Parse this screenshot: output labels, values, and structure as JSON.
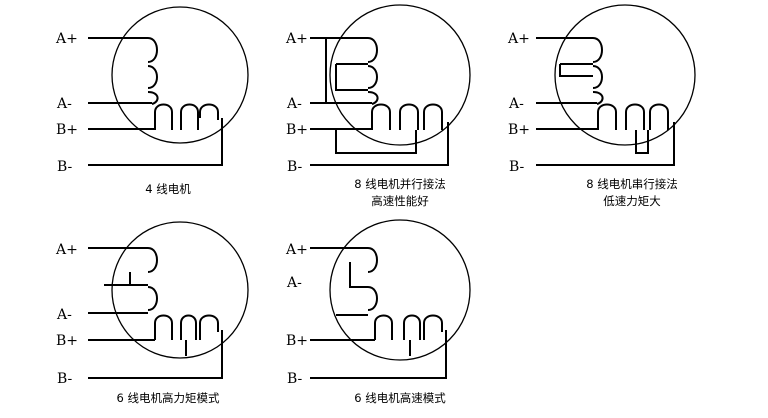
{
  "diagrams": [
    {
      "terminals": [
        "A+",
        "A-",
        "B+",
        "B-"
      ],
      "caption": [
        "4 线电机"
      ]
    },
    {
      "terminals": [
        "A+",
        "A-",
        "B+",
        "B-"
      ],
      "caption": [
        "8 线电机并行接法",
        "高速性能好"
      ]
    },
    {
      "terminals": [
        "A+",
        "A-",
        "B+",
        "B-"
      ],
      "caption": [
        "8 线电机串行接法",
        "低速力矩大"
      ]
    },
    {
      "terminals": [
        "A+",
        "A-",
        "B+",
        "B-"
      ],
      "caption": [
        "6 线电机高力矩模式"
      ]
    },
    {
      "terminals": [
        "A+",
        "A-",
        "B+",
        "B-"
      ],
      "caption": [
        "6 线电机高速模式"
      ]
    }
  ]
}
